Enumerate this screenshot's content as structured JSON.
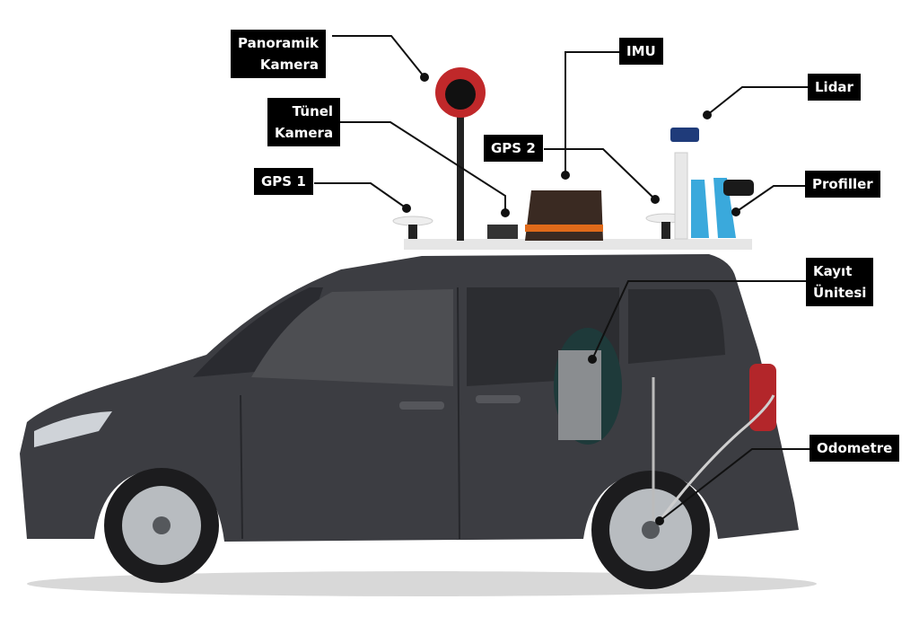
{
  "labels": {
    "panoramic_camera": [
      "Panoramik",
      "Kamera"
    ],
    "imu": "IMU",
    "lidar": "Lidar",
    "tunnel_camera": [
      "Tünel",
      "Kamera"
    ],
    "gps2": "GPS 2",
    "gps1": "GPS 1",
    "profiler": "Profiller",
    "recording_unit": [
      "Kayıt",
      "Ünitesi"
    ],
    "odometer": "Odometre"
  },
  "colors": {
    "van_body": "#3c3d42",
    "label_bg": "#000000",
    "camera_red": "#c0282a",
    "profiler_blue": "#3aa9dc",
    "imu_brown": "#3a2a22",
    "imu_stripe": "#e06a1a"
  }
}
